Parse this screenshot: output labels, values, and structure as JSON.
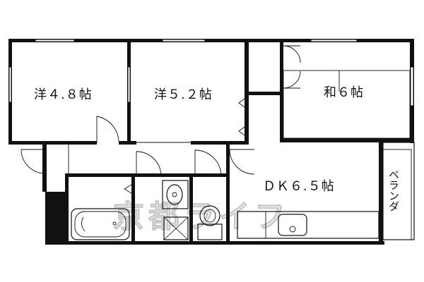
{
  "rooms": {
    "western_a": "洋４.８帖",
    "western_b": "洋５.２帖",
    "japanese": "和６帖",
    "dk": "ＤＫ６.５帖",
    "veranda": "ベランダ"
  },
  "watermark": "京都ライフ"
}
